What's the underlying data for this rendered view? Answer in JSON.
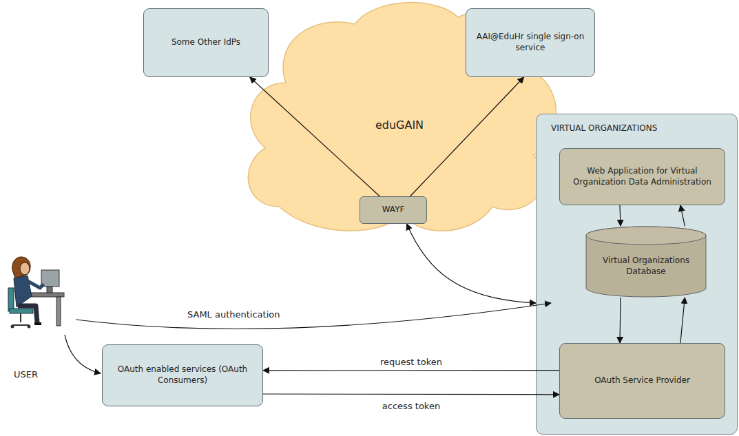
{
  "diagram": {
    "nodes": [
      {
        "text": [
          "Some Other IdPs"
        ]
      },
      {
        "text": [
          "AAI@EduHr single sign-on service"
        ]
      },
      {
        "text": [
          "eduGAIN"
        ]
      },
      {
        "text": [
          "WAYF"
        ],
        "in": 2
      },
      {
        "text": [
          "VIRTUAL ORGANIZATIONS"
        ]
      },
      {
        "text": [
          "Web Application for Virtual Organization Data Administration"
        ],
        "in": 4
      },
      {
        "text": [
          "Virtual Organizations Database"
        ],
        "in": 4
      },
      {
        "text": [
          "OAuth Service Provider"
        ],
        "in": 4
      },
      {
        "text": [
          "OAuth enabled services (OAuth Consumers)"
        ]
      }
    ],
    "edges": [
      {
        "from": 3,
        "to": 0,
        "arrow": "to"
      },
      {
        "from": 3,
        "to": 1,
        "arrow": "to"
      },
      {
        "from": 3,
        "to": 4,
        "arrow": "both"
      },
      {
        "from": 7,
        "to": 8,
        "label": "request token",
        "arrow": "to"
      },
      {
        "from": 8,
        "to": 7,
        "label": "access token",
        "arrow": "to"
      },
      {
        "from": 5,
        "to": 6,
        "arrow": "to"
      },
      {
        "from": 6,
        "to": 5,
        "arrow": "to"
      },
      {
        "from": 6,
        "to": 7,
        "arrow": "to"
      },
      {
        "from": 7,
        "to": 6,
        "arrow": "to"
      }
    ],
    "labels": [
      "SAML authentication",
      "USER"
    ]
  }
}
